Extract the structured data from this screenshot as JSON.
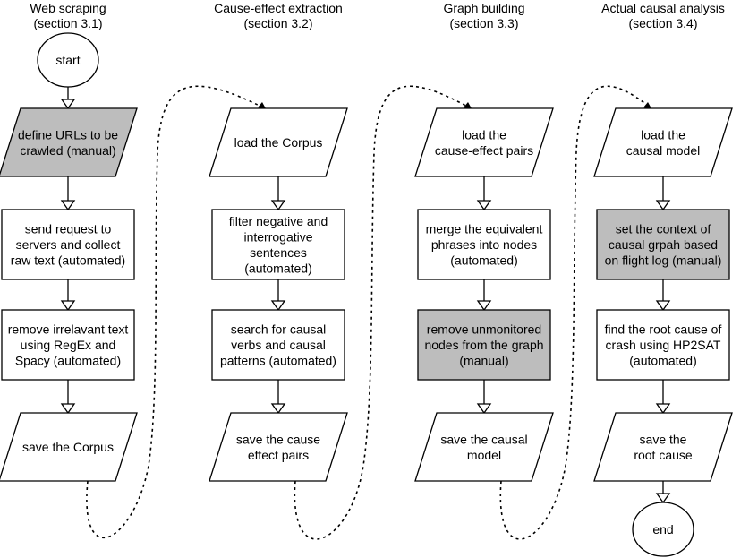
{
  "columns": [
    {
      "heading": [
        "Web scraping",
        "(section 3.1)"
      ],
      "start_label": "start",
      "steps": [
        {
          "shape": "parallelogram",
          "manual": true,
          "lines": [
            "define URLs to be",
            "crawled (manual)"
          ]
        },
        {
          "shape": "rect",
          "manual": false,
          "lines": [
            "send request to",
            "servers and collect",
            "raw text (automated)"
          ]
        },
        {
          "shape": "rect",
          "manual": false,
          "lines": [
            "remove irrelavant text",
            "using RegEx and",
            "Spacy (automated)"
          ]
        },
        {
          "shape": "parallelogram",
          "manual": false,
          "lines": [
            "save the Corpus"
          ]
        }
      ]
    },
    {
      "heading": [
        "Cause-effect extraction",
        "(section 3.2)"
      ],
      "steps": [
        {
          "shape": "parallelogram",
          "manual": false,
          "lines": [
            "load the Corpus"
          ]
        },
        {
          "shape": "rect",
          "manual": false,
          "lines": [
            "filter negative and",
            "interrogative",
            "sentences",
            "(automated)"
          ]
        },
        {
          "shape": "rect",
          "manual": false,
          "lines": [
            "search for causal",
            "verbs and causal",
            "patterns (automated)"
          ]
        },
        {
          "shape": "parallelogram",
          "manual": false,
          "lines": [
            "save the cause",
            "effect pairs"
          ]
        }
      ]
    },
    {
      "heading": [
        "Graph building",
        "(section 3.3)"
      ],
      "steps": [
        {
          "shape": "parallelogram",
          "manual": false,
          "lines": [
            "load the",
            "cause-effect pairs"
          ]
        },
        {
          "shape": "rect",
          "manual": false,
          "lines": [
            "merge the equivalent",
            "phrases into nodes",
            "(automated)"
          ]
        },
        {
          "shape": "rect",
          "manual": true,
          "lines": [
            "remove unmonitored",
            "nodes from the graph",
            "(manual)"
          ]
        },
        {
          "shape": "parallelogram",
          "manual": false,
          "lines": [
            "save the causal",
            "model"
          ]
        }
      ]
    },
    {
      "heading": [
        "Actual causal analysis",
        "(section 3.4)"
      ],
      "end_label": "end",
      "steps": [
        {
          "shape": "parallelogram",
          "manual": false,
          "lines": [
            "load the",
            "causal model"
          ]
        },
        {
          "shape": "rect",
          "manual": true,
          "lines": [
            "set the context of",
            "causal grpah based",
            "on flight log (manual)"
          ]
        },
        {
          "shape": "rect",
          "manual": false,
          "lines": [
            "find the root cause of",
            "crash using HP2SAT",
            "(automated)"
          ]
        },
        {
          "shape": "parallelogram",
          "manual": false,
          "lines": [
            "save the",
            "root cause"
          ]
        }
      ]
    }
  ],
  "colors": {
    "manual_fill": "#bdbdbd",
    "automated_fill": "#ffffff",
    "stroke": "#000000"
  }
}
